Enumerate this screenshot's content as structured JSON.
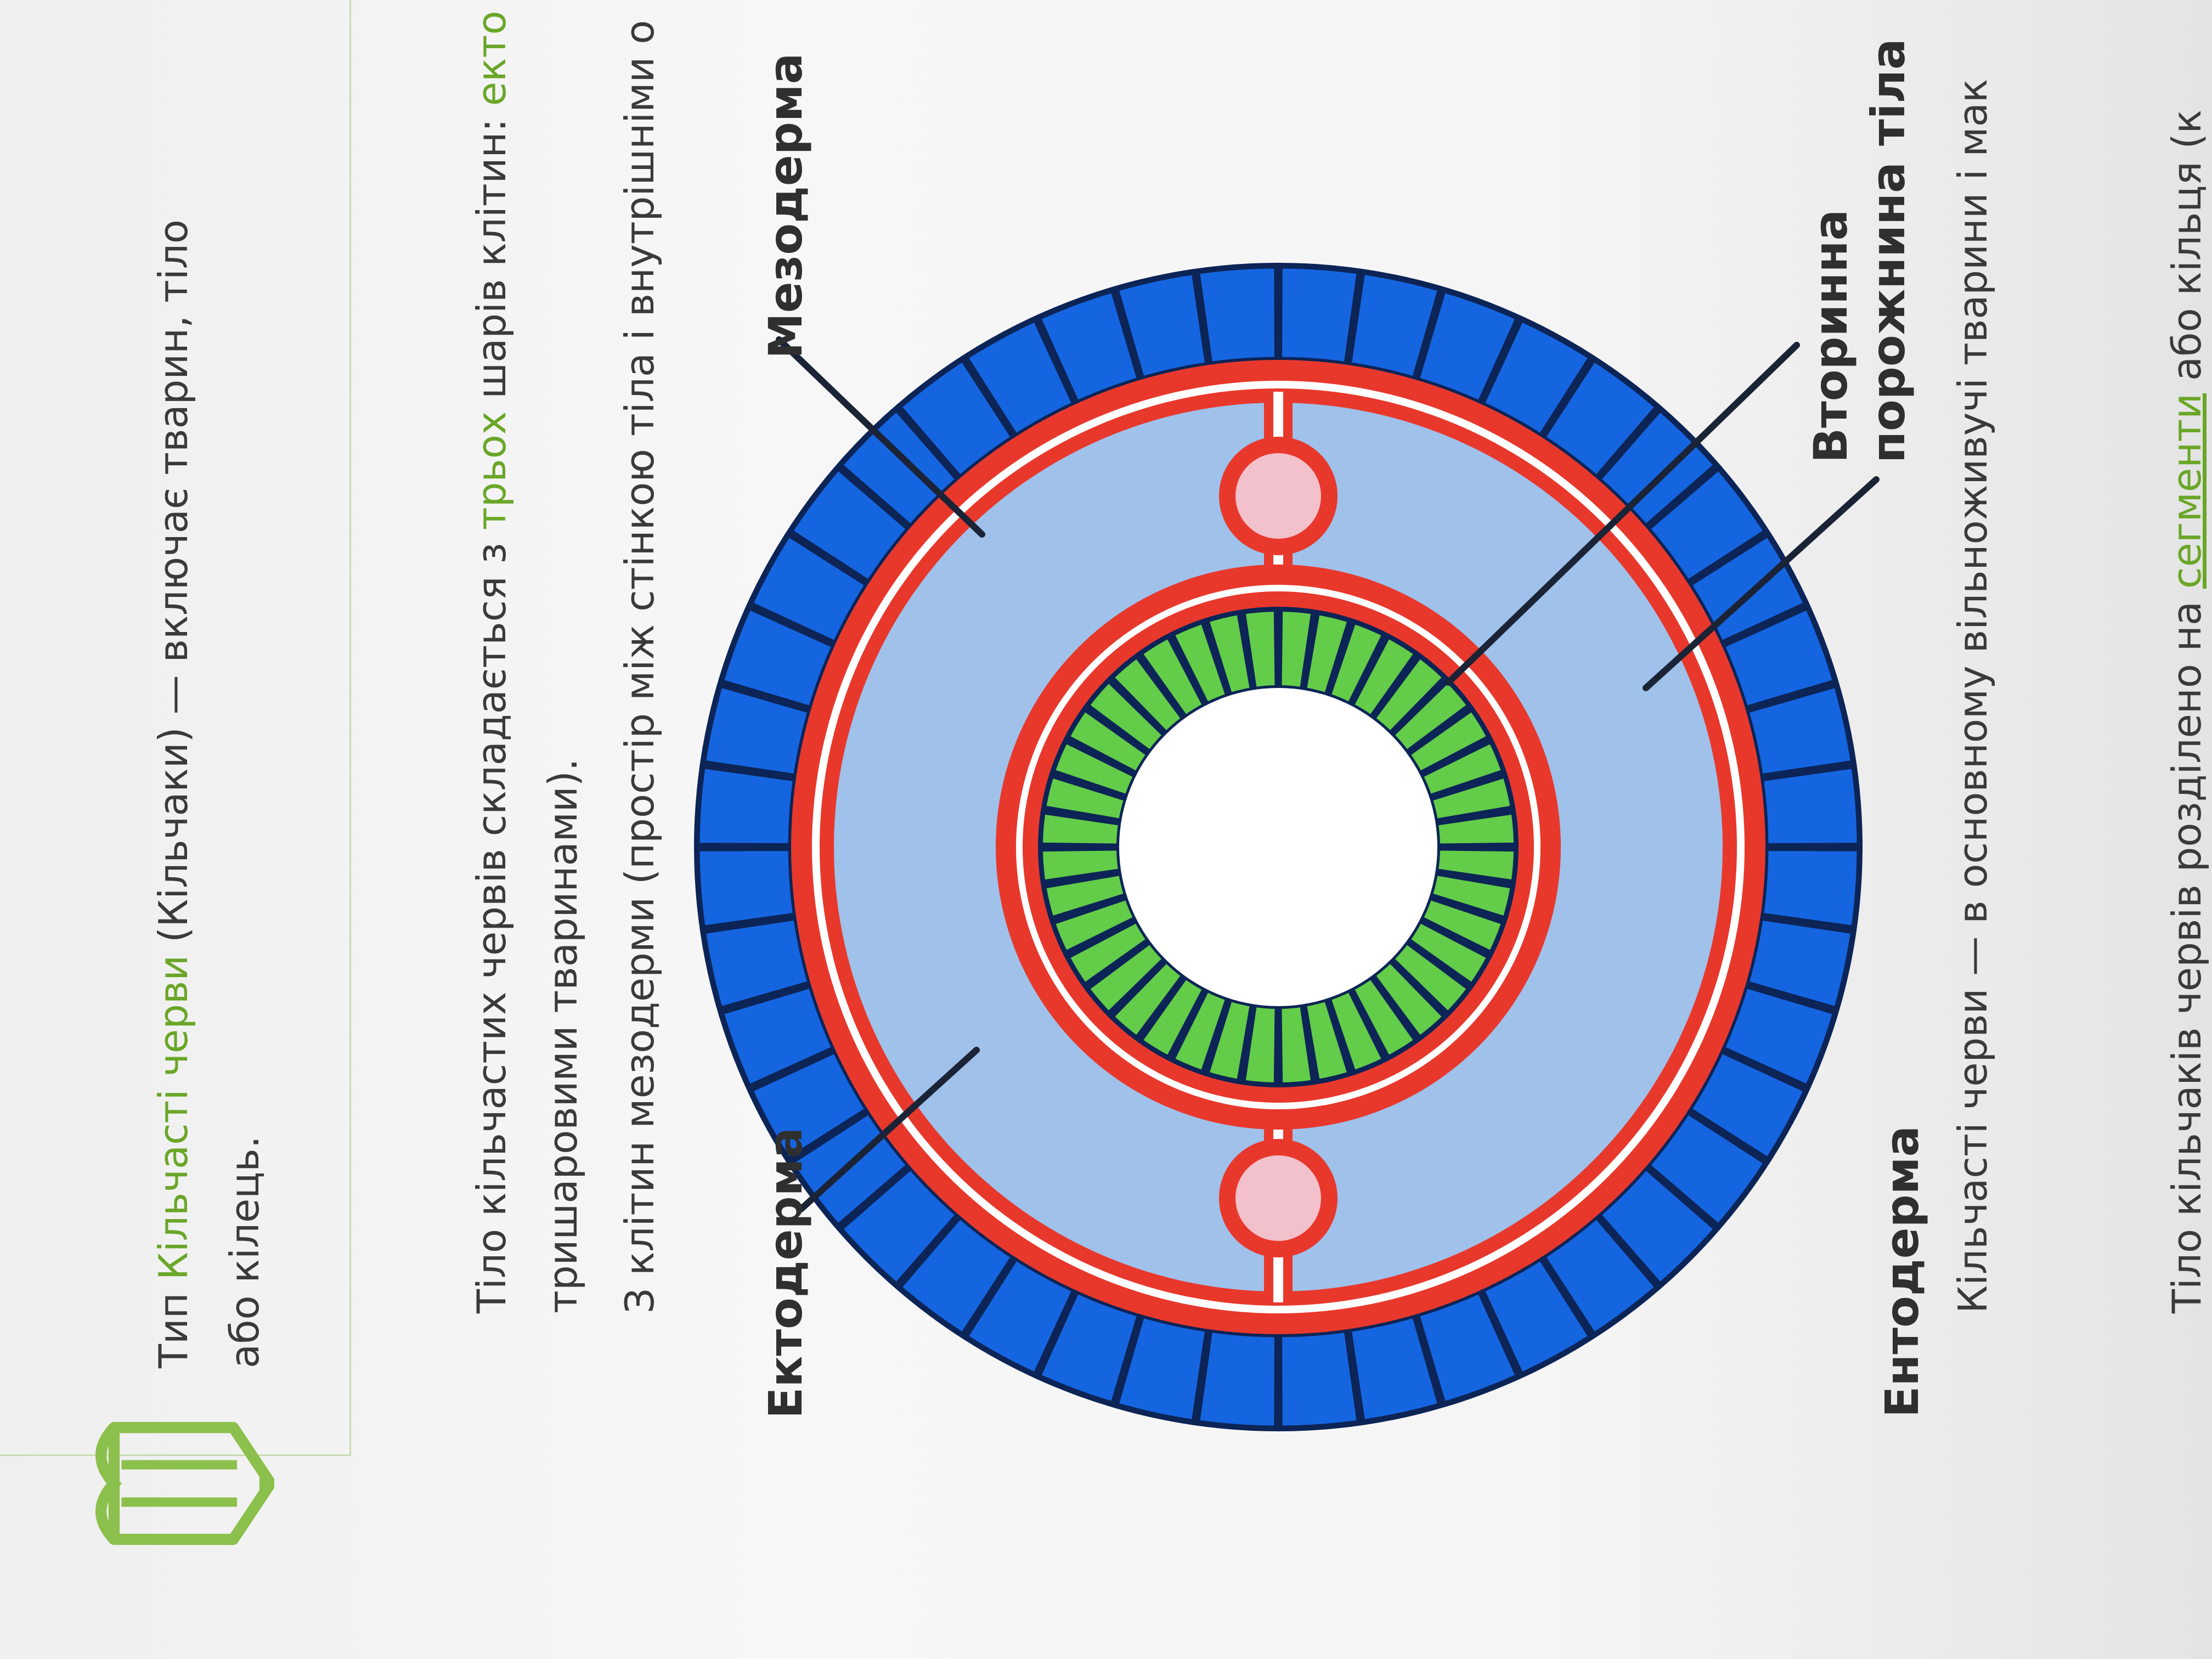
{
  "intro": {
    "line1_a": "Тип ",
    "line1_b": "Кільчасті черви",
    "line1_c": " (Кільчаки) — включає тварин, тіло",
    "line2": "або кілець."
  },
  "paragraph": {
    "line1_a": "Тіло кільчастих червів складається з ",
    "line1_b": "трьох",
    "line1_c": " шарів клітин: ",
    "line1_d": "екто",
    "line2": "тришаровими тваринами).",
    "line3": "З клітин мезодерми (простір між стінкою тіла і внутрішніми о"
  },
  "diagram": {
    "labels": {
      "ectoderm": "Ектодерма",
      "mesoderm": "Мезодерма",
      "endoderm": "Ентодерма",
      "cavity_line1": "Вторинна",
      "cavity_line2": "порожнина тіла"
    },
    "colors": {
      "ectoderm": "#1565e0",
      "mesoderm": "#e8382c",
      "coelom": "#9fc1ea",
      "endoderm": "#63cc48",
      "vessel": "#f2c1cb",
      "lumen": "#ffffff",
      "cell_border": "#0c2456",
      "pointer": "#1b2336"
    }
  },
  "bottom": {
    "line1": "Кільчасті черви — в основному вільноживучі тварини і мак",
    "line2_a": "Тіло кільчаків червів розділено на ",
    "line2_b": "сегменти",
    "line2_c": " або кільця (к"
  }
}
